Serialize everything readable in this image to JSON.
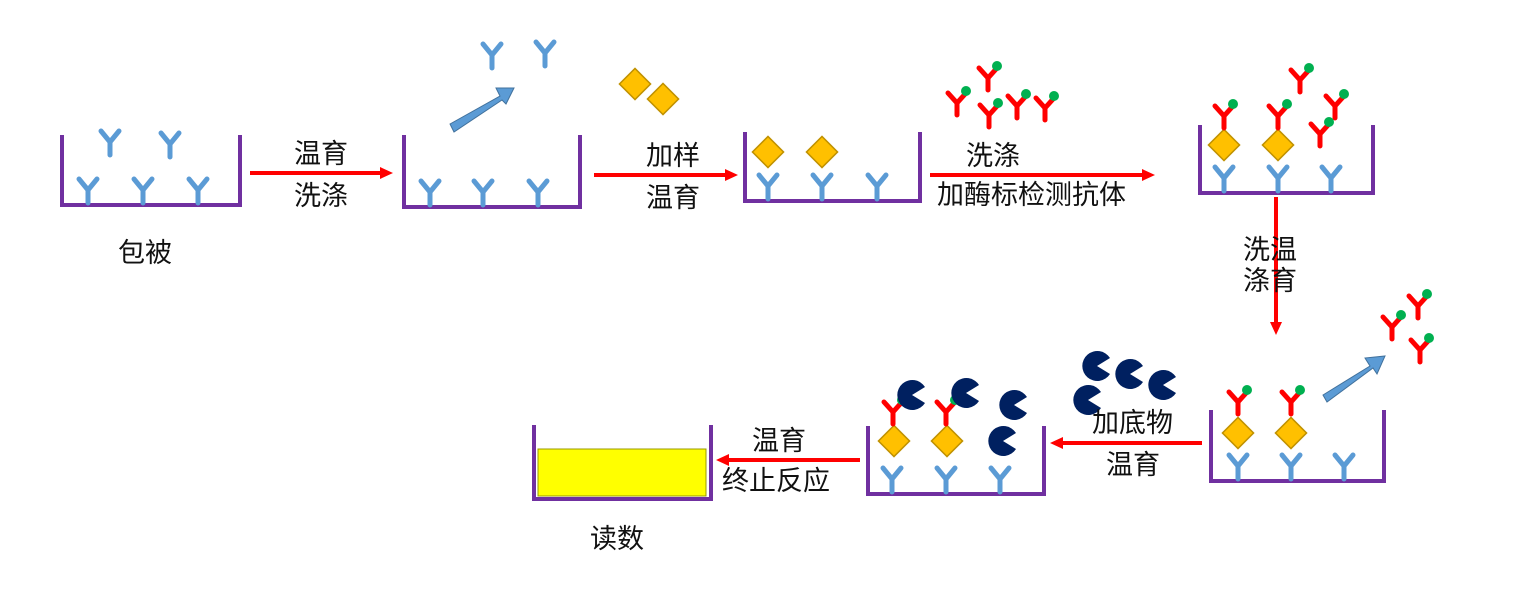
{
  "labels": {
    "coat": "包被",
    "incubate_wash_1": [
      "温育",
      "洗涤"
    ],
    "add_sample_incubate": [
      "加样",
      "温育"
    ],
    "wash_add_antibody": [
      "洗涤",
      "加酶标检测抗体"
    ],
    "wash_incubate_vertical": [
      "洗温",
      "涤育"
    ],
    "add_substrate_incubate": [
      "加底物",
      "温育"
    ],
    "incubate_stop": [
      "温育",
      "终止反应"
    ],
    "read": "读数"
  },
  "colors": {
    "well": "#7030a0",
    "capture_antibody": "#5b9bd5",
    "antigen": "#ffc000",
    "antigen_edge": "#bf9000",
    "detection_antibody": "#ff0000",
    "enzyme": "#00b050",
    "substrate": "#002060",
    "process_arrow": "#ff0000",
    "removal_arrow": "#5b9bd5",
    "signal": "#ffff00"
  },
  "icons": [
    "capture-antibody-icon",
    "antigen-icon",
    "detection-antibody-icon",
    "enzyme-label-icon",
    "substrate-icon",
    "removal-arrow-icon"
  ]
}
